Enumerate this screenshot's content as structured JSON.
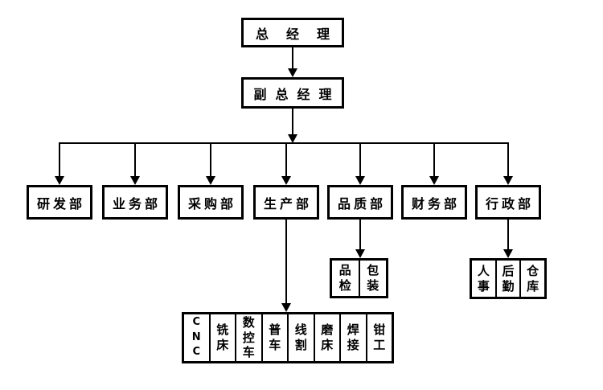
{
  "org": {
    "general_manager": {
      "label": "总经理"
    },
    "deputy_general_manager": {
      "label": "副总经理"
    },
    "departments": [
      {
        "label": "研发部"
      },
      {
        "label": "业务部"
      },
      {
        "label": "采购部"
      },
      {
        "label": "生产部"
      },
      {
        "label": "品质部"
      },
      {
        "label": "财务部"
      },
      {
        "label": "行政部"
      }
    ],
    "quality_subunits": [
      {
        "label": "品\n检"
      },
      {
        "label": "包\n装"
      }
    ],
    "admin_subunits": [
      {
        "label": "人\n事"
      },
      {
        "label": "后\n勤"
      },
      {
        "label": "仓\n库"
      }
    ],
    "production_subunits": [
      {
        "label": "C\nN\nC"
      },
      {
        "label": "铣\n床"
      },
      {
        "label": "数\n控\n车"
      },
      {
        "label": "普\n车"
      },
      {
        "label": "线\n割"
      },
      {
        "label": "磨\n床"
      },
      {
        "label": "焊\n接"
      },
      {
        "label": "钳\n工"
      }
    ]
  },
  "colors": {
    "background": "#ffffff",
    "line": "#000000",
    "text": "#000000"
  }
}
